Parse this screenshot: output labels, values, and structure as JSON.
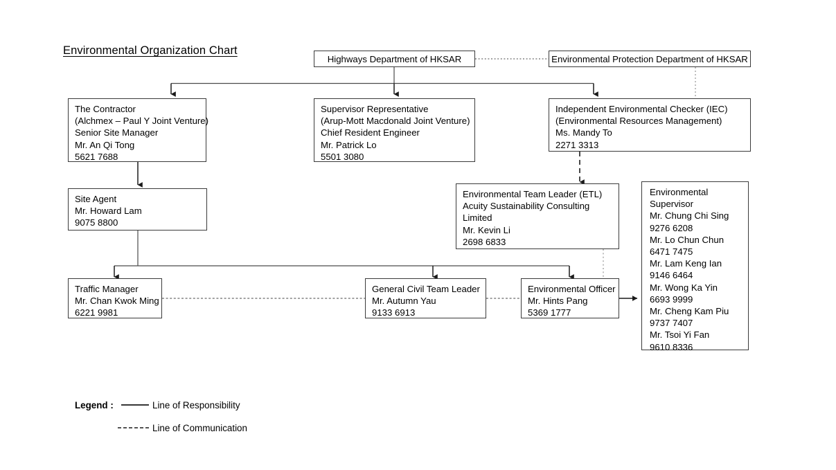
{
  "chart_data": {
    "type": "diagram",
    "title": "Environmental Organization Chart",
    "nodes": [
      {
        "id": "highways",
        "lines": [
          "Highways Department of HKSAR"
        ]
      },
      {
        "id": "epd",
        "lines": [
          "Environmental Protection Department of HKSAR"
        ]
      },
      {
        "id": "contractor",
        "lines": [
          "The Contractor",
          "(Alchmex – Paul Y Joint Venture)",
          "Senior Site Manager",
          "Mr. An Qi Tong",
          "5621 7688"
        ]
      },
      {
        "id": "supervisor",
        "lines": [
          "Supervisor Representative",
          "(Arup-Mott Macdonald Joint Venture)",
          "Chief Resident Engineer",
          "Mr. Patrick Lo",
          "5501 3080"
        ]
      },
      {
        "id": "iec",
        "lines": [
          "Independent Environmental Checker (IEC)",
          "(Environmental Resources Management)",
          "Ms. Mandy To",
          "2271 3313"
        ]
      },
      {
        "id": "siteagent",
        "lines": [
          "Site Agent",
          "Mr. Howard Lam",
          "9075 8800"
        ]
      },
      {
        "id": "etl",
        "lines": [
          "Environmental Team Leader (ETL)",
          "Acuity Sustainability Consulting",
          "Limited",
          "Mr. Kevin Li",
          "2698 6833"
        ]
      },
      {
        "id": "envsup",
        "lines": [
          "Environmental",
          "Supervisor",
          "Mr. Chung Chi Sing",
          "9276 6208",
          "Mr. Lo Chun Chun",
          "6471 7475",
          "Mr. Lam Keng Ian",
          "9146 6464",
          "Mr. Wong Ka Yin",
          "6693 9999",
          "Mr. Cheng Kam Piu",
          "9737 7407",
          "Mr. Tsoi Yi Fan",
          "9610 8336"
        ]
      },
      {
        "id": "traffic",
        "lines": [
          "Traffic Manager",
          "Mr. Chan Kwok Ming",
          "6221 9981"
        ]
      },
      {
        "id": "gctl",
        "lines": [
          "General Civil Team Leader",
          "Mr. Autumn Yau",
          "9133 6913"
        ]
      },
      {
        "id": "envofficer",
        "lines": [
          "Environmental Officer",
          "Mr. Hints Pang",
          "5369 1777"
        ]
      }
    ],
    "edges": [
      {
        "from": "highways",
        "to": "contractor",
        "style": "solid"
      },
      {
        "from": "highways",
        "to": "supervisor",
        "style": "solid"
      },
      {
        "from": "highways",
        "to": "iec",
        "style": "solid"
      },
      {
        "from": "highways",
        "to": "epd",
        "style": "dotted"
      },
      {
        "from": "epd",
        "to": "iec",
        "style": "dotted"
      },
      {
        "from": "contractor",
        "to": "siteagent",
        "style": "solid"
      },
      {
        "from": "iec",
        "to": "etl",
        "style": "dashed"
      },
      {
        "from": "siteagent",
        "to": "traffic",
        "style": "solid"
      },
      {
        "from": "siteagent",
        "to": "gctl",
        "style": "solid"
      },
      {
        "from": "siteagent",
        "to": "envofficer",
        "style": "solid"
      },
      {
        "from": "etl",
        "to": "envofficer",
        "style": "dotted"
      },
      {
        "from": "traffic",
        "to": "gctl",
        "style": "dotted"
      },
      {
        "from": "gctl",
        "to": "envofficer",
        "style": "dotted"
      },
      {
        "from": "envofficer",
        "to": "envsup",
        "style": "solid"
      }
    ],
    "legend": {
      "label": "Legend :",
      "entries": [
        {
          "style": "solid",
          "text": "Line of Responsibility"
        },
        {
          "style": "dashed",
          "text": "Line of Communication"
        }
      ]
    }
  },
  "title": "Environmental Organization Chart",
  "nodes": {
    "highways": {
      "l0": "Highways Department of HKSAR"
    },
    "epd": {
      "l0": "Environmental Protection Department of HKSAR"
    },
    "contractor": {
      "l0": "The Contractor",
      "l1": "(Alchmex – Paul Y Joint Venture)",
      "l2": "Senior Site Manager",
      "l3": "Mr. An Qi Tong",
      "l4": "5621 7688"
    },
    "supervisor": {
      "l0": "Supervisor Representative",
      "l1": "(Arup-Mott Macdonald Joint Venture)",
      "l2": "Chief Resident Engineer",
      "l3": "Mr. Patrick Lo",
      "l4": "5501 3080"
    },
    "iec": {
      "l0": "Independent Environmental Checker (IEC)",
      "l1": "(Environmental Resources Management)",
      "l2": "Ms. Mandy To",
      "l3": "2271 3313"
    },
    "siteagent": {
      "l0": "Site Agent",
      "l1": "Mr. Howard Lam",
      "l2": "9075 8800"
    },
    "etl": {
      "l0": "Environmental Team Leader (ETL)",
      "l1": "Acuity Sustainability Consulting",
      "l2": "Limited",
      "l3": "Mr. Kevin Li",
      "l4": "2698 6833"
    },
    "envsup": {
      "l0": "Environmental",
      "l1": "Supervisor",
      "l2": "Mr. Chung Chi Sing",
      "l3": "9276 6208",
      "l4": "Mr. Lo Chun Chun",
      "l5": "6471 7475",
      "l6": "Mr. Lam Keng Ian",
      "l7": "9146 6464",
      "l8": "Mr. Wong Ka Yin",
      "l9": "6693 9999",
      "l10": "Mr. Cheng Kam Piu",
      "l11": "9737 7407",
      "l12": "Mr. Tsoi Yi Fan",
      "l13": "9610 8336"
    },
    "traffic": {
      "l0": "Traffic Manager",
      "l1": "Mr. Chan Kwok Ming",
      "l2": "6221 9981"
    },
    "gctl": {
      "l0": "General Civil Team Leader",
      "l1": "Mr. Autumn Yau",
      "l2": "9133 6913"
    },
    "envofficer": {
      "l0": "Environmental Officer",
      "l1": "Mr. Hints Pang",
      "l2": "5369 1777"
    }
  },
  "legend": {
    "label": "Legend :",
    "responsibility": "Line of Responsibility",
    "communication": "Line of Communication"
  },
  "colors": {
    "border": "#3a3a3a",
    "line": "#4a4a4a",
    "text": "#000000",
    "background": "#ffffff"
  }
}
